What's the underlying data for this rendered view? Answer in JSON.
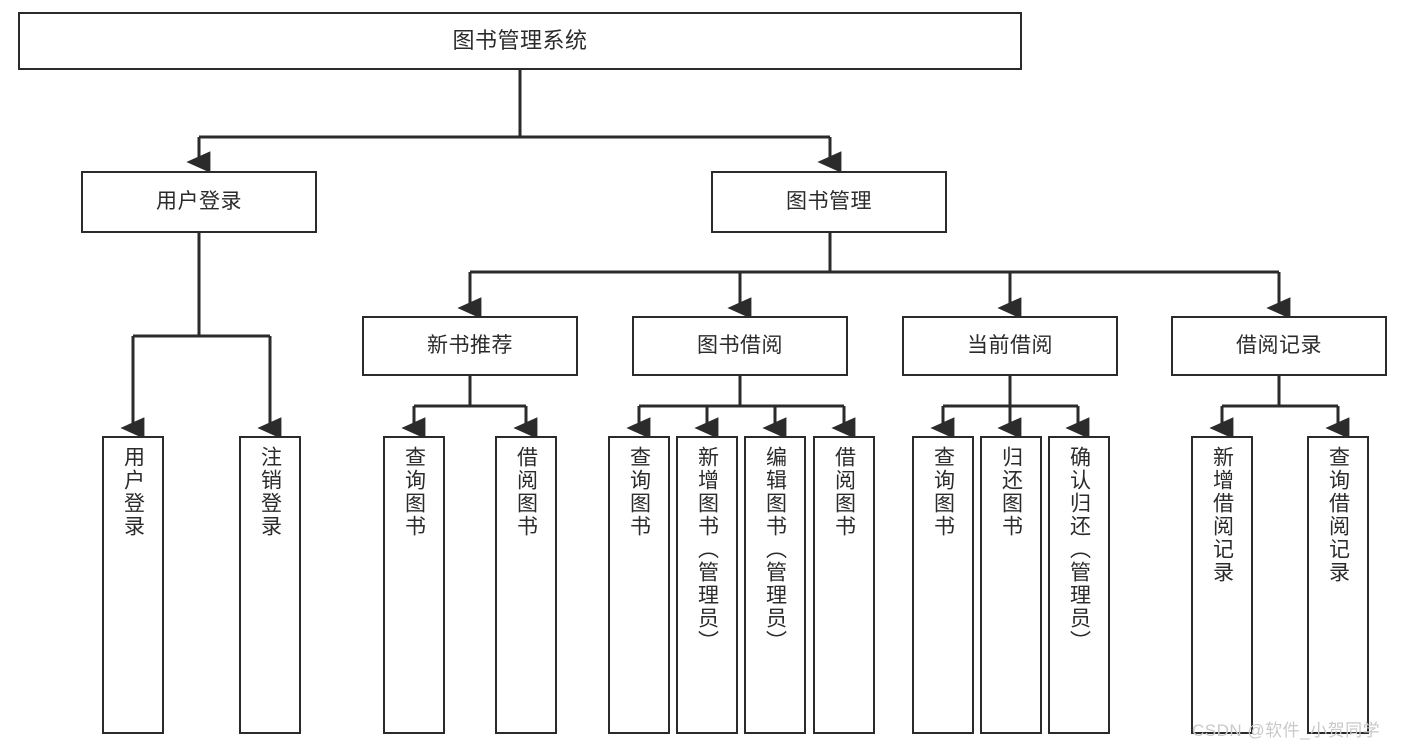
{
  "diagram": {
    "title": "图书管理系统",
    "watermark": "CSDN @软件_小贺同学",
    "colors": {
      "stroke": "#2b2b2b",
      "background": "#ffffff",
      "watermark": "#c9c9c9"
    },
    "root": {
      "label": "图书管理系统"
    },
    "level2": [
      {
        "label": "用户登录"
      },
      {
        "label": "图书管理"
      }
    ],
    "level3": [
      {
        "label": "新书推荐"
      },
      {
        "label": "图书借阅"
      },
      {
        "label": "当前借阅"
      },
      {
        "label": "借阅记录"
      }
    ],
    "leaves": {
      "user_login": [
        {
          "label": "用户登录"
        },
        {
          "label": "注销登录"
        }
      ],
      "new_book_recommend": [
        {
          "label": "查询图书"
        },
        {
          "label": "借阅图书"
        }
      ],
      "book_borrow": [
        {
          "label": "查询图书"
        },
        {
          "label": "新增图书（管理员）"
        },
        {
          "label": "编辑图书（管理员）"
        },
        {
          "label": "借阅图书"
        }
      ],
      "current_borrow": [
        {
          "label": "查询图书"
        },
        {
          "label": "归还图书"
        },
        {
          "label": "确认归还（管理员）"
        }
      ],
      "borrow_record": [
        {
          "label": "新增借阅记录"
        },
        {
          "label": "查询借阅记录"
        }
      ]
    }
  }
}
